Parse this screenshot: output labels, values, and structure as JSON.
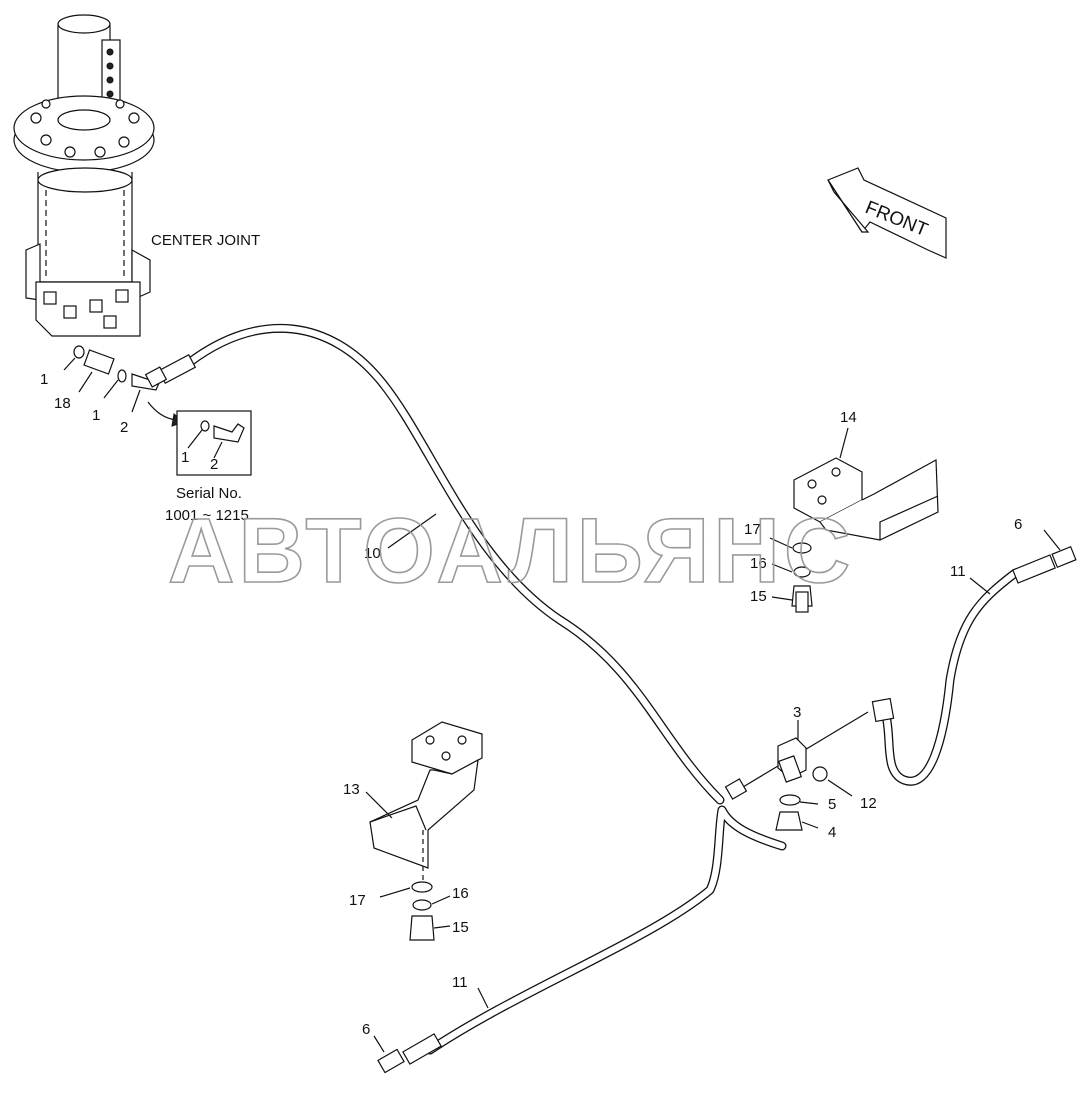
{
  "labels": {
    "center_joint": "CENTER JOINT",
    "front": "FRONT",
    "serial_line1": "Serial No.",
    "serial_line2": "1001 ~ 1215",
    "watermark": "АВТОАЛЬЯНС"
  },
  "callouts": {
    "p1a": "1",
    "p18": "18",
    "p1b": "1",
    "p2": "2",
    "inset1": "1",
    "inset2": "2",
    "p10": "10",
    "p14": "14",
    "p17a": "17",
    "p16a": "16",
    "p15a": "15",
    "p6a": "6",
    "p11a": "11",
    "p3": "3",
    "p12": "12",
    "p5": "5",
    "p4": "4",
    "p13": "13",
    "p17b": "17",
    "p16b": "16",
    "p15b": "15",
    "p11b": "11",
    "p6b": "6"
  }
}
